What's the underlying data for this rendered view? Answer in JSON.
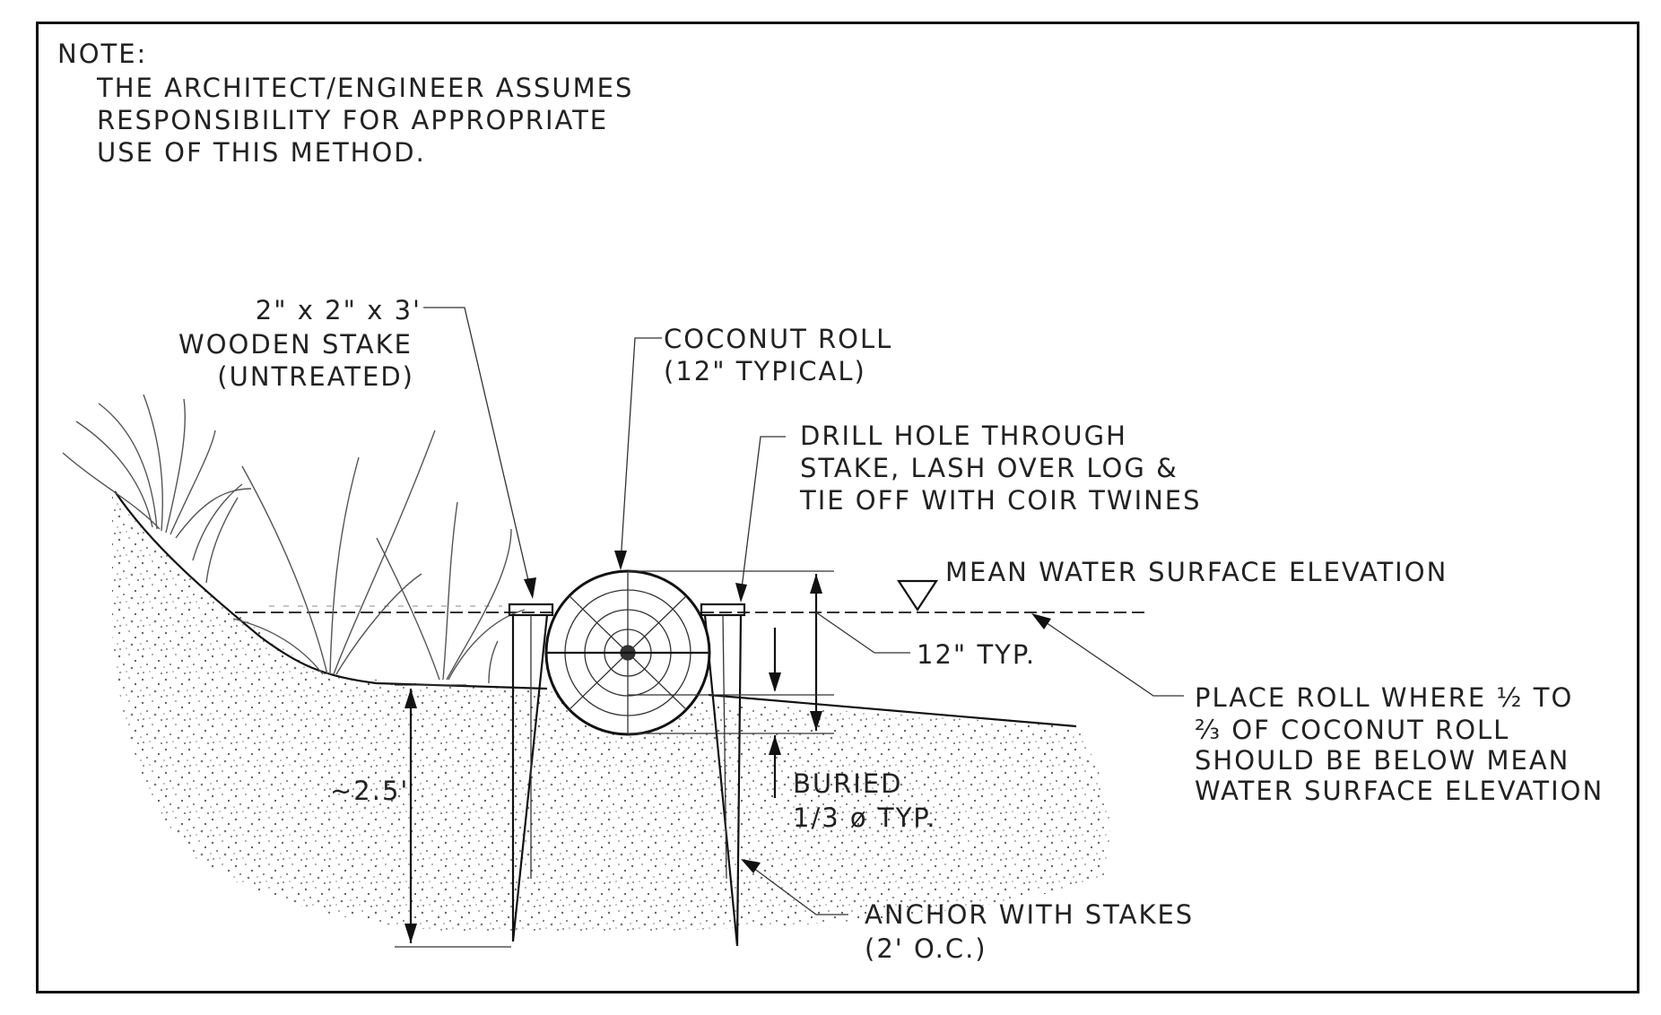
{
  "note": {
    "heading": "NOTE:",
    "lines": [
      "THE ARCHITECT/ENGINEER ASSUMES",
      "RESPONSIBILITY FOR APPROPRIATE",
      "USE OF THIS METHOD."
    ]
  },
  "labels": {
    "stake": [
      "2\" x 2\" x 3'",
      "WOODEN STAKE",
      "(UNTREATED)"
    ],
    "coconut_roll": [
      "COCONUT ROLL",
      "(12\" TYPICAL)"
    ],
    "drill_hole": [
      "DRILL HOLE THROUGH",
      "STAKE, LASH OVER LOG &",
      "TIE OFF WITH COIR TWINES"
    ],
    "water_surface": "MEAN WATER SURFACE ELEVATION",
    "twelve_typ": "12\" TYP.",
    "placement": [
      "PLACE ROLL WHERE ½ TO",
      "⅔ OF COCONUT ROLL",
      "SHOULD BE BELOW MEAN",
      "WATER SURFACE ELEVATION"
    ],
    "buried": [
      "BURIED",
      "1/3 ø TYP."
    ],
    "depth": "~2.5'",
    "anchor": [
      "ANCHOR WITH STAKES",
      "(2' O.C.)"
    ]
  }
}
